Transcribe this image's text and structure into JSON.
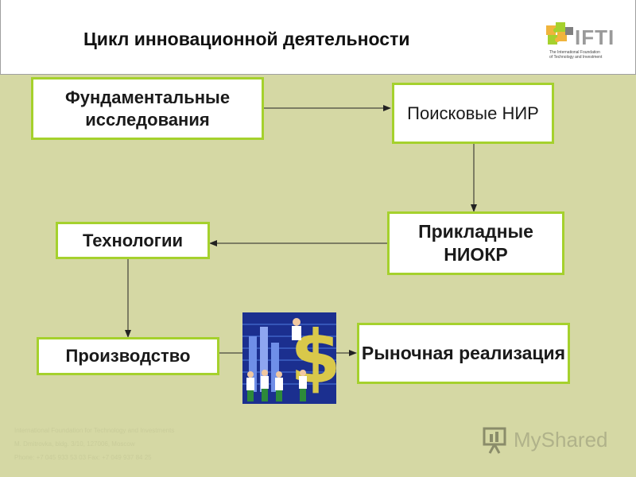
{
  "header": {
    "title": "Цикл инновационной деятельности",
    "logo": {
      "brand": "IFTI",
      "sub_line1": "The International Foundation",
      "sub_line2": "of Technology and Investment",
      "colors": [
        "#f0b43c",
        "#a5d12d",
        "#7f7f7f"
      ]
    }
  },
  "diagram": {
    "nodes": {
      "fundamental": "Фундаментальные исследования",
      "search": "Поисковые НИР",
      "applied": "Прикладные НИОКР",
      "technologies": "Технологии",
      "production": "Производство",
      "market": "Рыночная реализация"
    },
    "edges": [
      [
        "fundamental",
        "search"
      ],
      [
        "search",
        "applied"
      ],
      [
        "applied",
        "technologies"
      ],
      [
        "technologies",
        "production"
      ],
      [
        "production",
        "market"
      ]
    ],
    "border_color": "#a5d12d"
  },
  "clipart": {
    "icon": "dollar-sign-people-clipart"
  },
  "footer": {
    "line1": "International Foundation for Technology and Investments",
    "line2": "M. Dmitrovka, bldg. 3/10, 127006, Moscow",
    "line3": "Phone: +7 045 933 53 03  Fax: +7 049 937 84 25"
  },
  "watermark": {
    "text": "MyShared"
  }
}
